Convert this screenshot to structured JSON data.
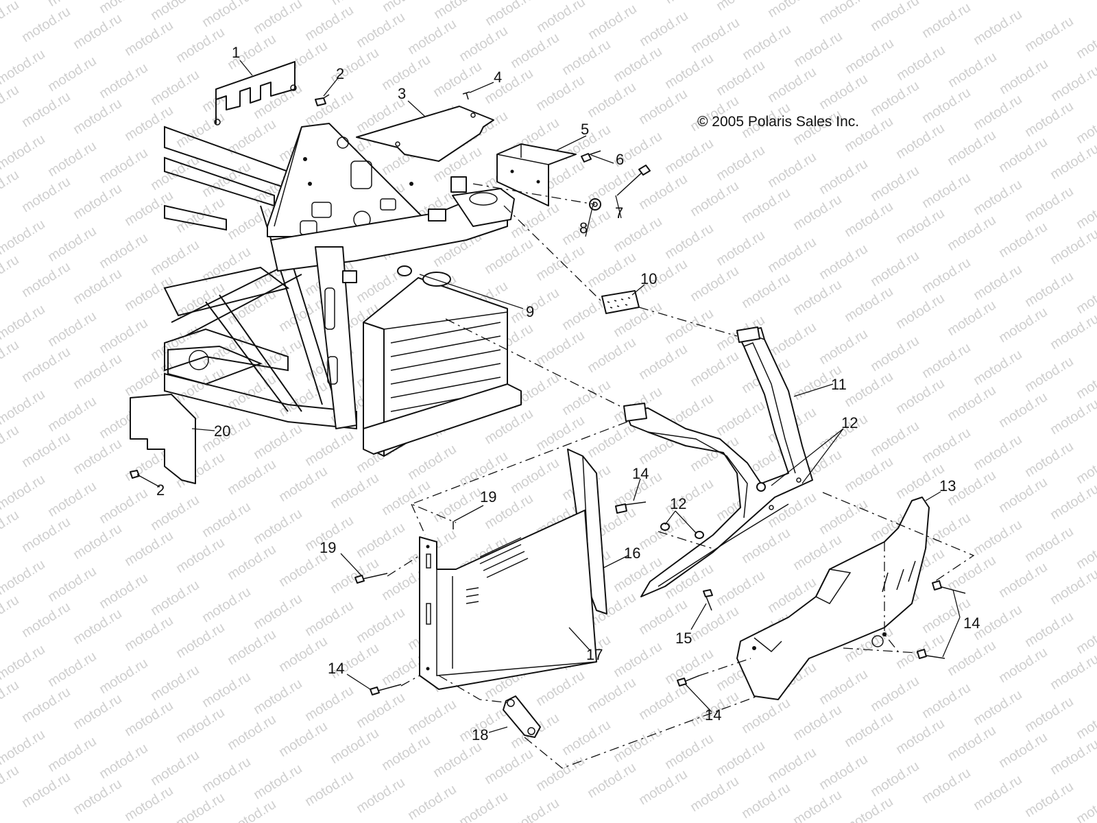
{
  "copyright": "© 2005 Polaris Sales Inc.",
  "watermark": "motod.ru",
  "callouts": {
    "c1": "1",
    "c2a": "2",
    "c2b": "2",
    "c3": "3",
    "c4": "4",
    "c5": "5",
    "c6": "6",
    "c7": "7",
    "c8": "8",
    "c9": "9",
    "c10": "10",
    "c11": "11",
    "c12a": "12",
    "c12b": "12",
    "c13": "13",
    "c14a": "14",
    "c14b": "14",
    "c14c": "14",
    "c14d": "14",
    "c15": "15",
    "c16": "16",
    "c17": "17",
    "c18": "18",
    "c19a": "19",
    "c19b": "19",
    "c20": "20"
  },
  "colors": {
    "line": "#111111",
    "background": "#ffffff",
    "watermark": "#cfcfcf"
  }
}
